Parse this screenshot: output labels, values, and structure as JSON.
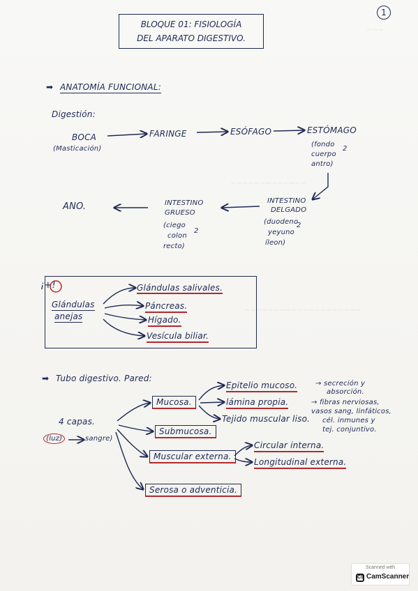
{
  "page_number": "1",
  "title": {
    "line1": "BLOQUE 01: FISIOLOGÍA",
    "line2": "DEL APARATO DIGESTIVO."
  },
  "section_anatomia": {
    "heading": "ANATOMÍA FUNCIONAL:",
    "digestion_label": "Digestión:",
    "boca": "BOCA",
    "boca_note": "(Masticación)",
    "faringe": "FARINGE",
    "esofago": "ESÓFAGO",
    "estomago": "ESTÓMAGO",
    "estomago_parts": [
      "(fondo",
      "cuerpo",
      "antro)"
    ],
    "intestino_delgado": [
      "INTESTINO",
      "DELGADO"
    ],
    "delgado_parts": [
      "(duodeno",
      "yeyuno",
      "íleon)"
    ],
    "intestino_grueso": [
      "INTESTINO",
      "GRUESO"
    ],
    "grueso_parts": [
      "(ciego",
      "colon",
      "recto)"
    ],
    "ano": "ANO."
  },
  "section_glandulas": {
    "exclamation": "¡+!",
    "label_line1": "Glándulas",
    "label_line2": "anejas",
    "items": [
      "Glándulas salivales.",
      "Páncreas.",
      "Hígado.",
      "Vesícula biliar."
    ]
  },
  "section_tubo": {
    "heading": "Tubo digestivo. Pared:",
    "capas": "4 capas.",
    "circled_word": "(luz)",
    "sangre": "sangre)",
    "layers": [
      "Mucosa.",
      "Submucosa.",
      "Muscular externa.",
      "Serosa o adventicia."
    ],
    "mucosa_parts": [
      "Epitelio mucoso.",
      "lámina propia.",
      "Tejido muscular liso."
    ],
    "epitelio_note": [
      "→ secreción y",
      "absorción."
    ],
    "lamina_note": [
      "→ fibras nerviosas,",
      "vasos sang, linfáticos,",
      "cél. inmunes y",
      "tej. conjuntivo."
    ],
    "muscular_parts": [
      "Circular interna.",
      "Longitudinal externa."
    ]
  },
  "watermark": {
    "top": "Scanned with",
    "brand": "CamScanner"
  },
  "colors": {
    "ink": "#1f2a55",
    "red_underline": "#b3282e",
    "paper": "#f7f6f3"
  }
}
